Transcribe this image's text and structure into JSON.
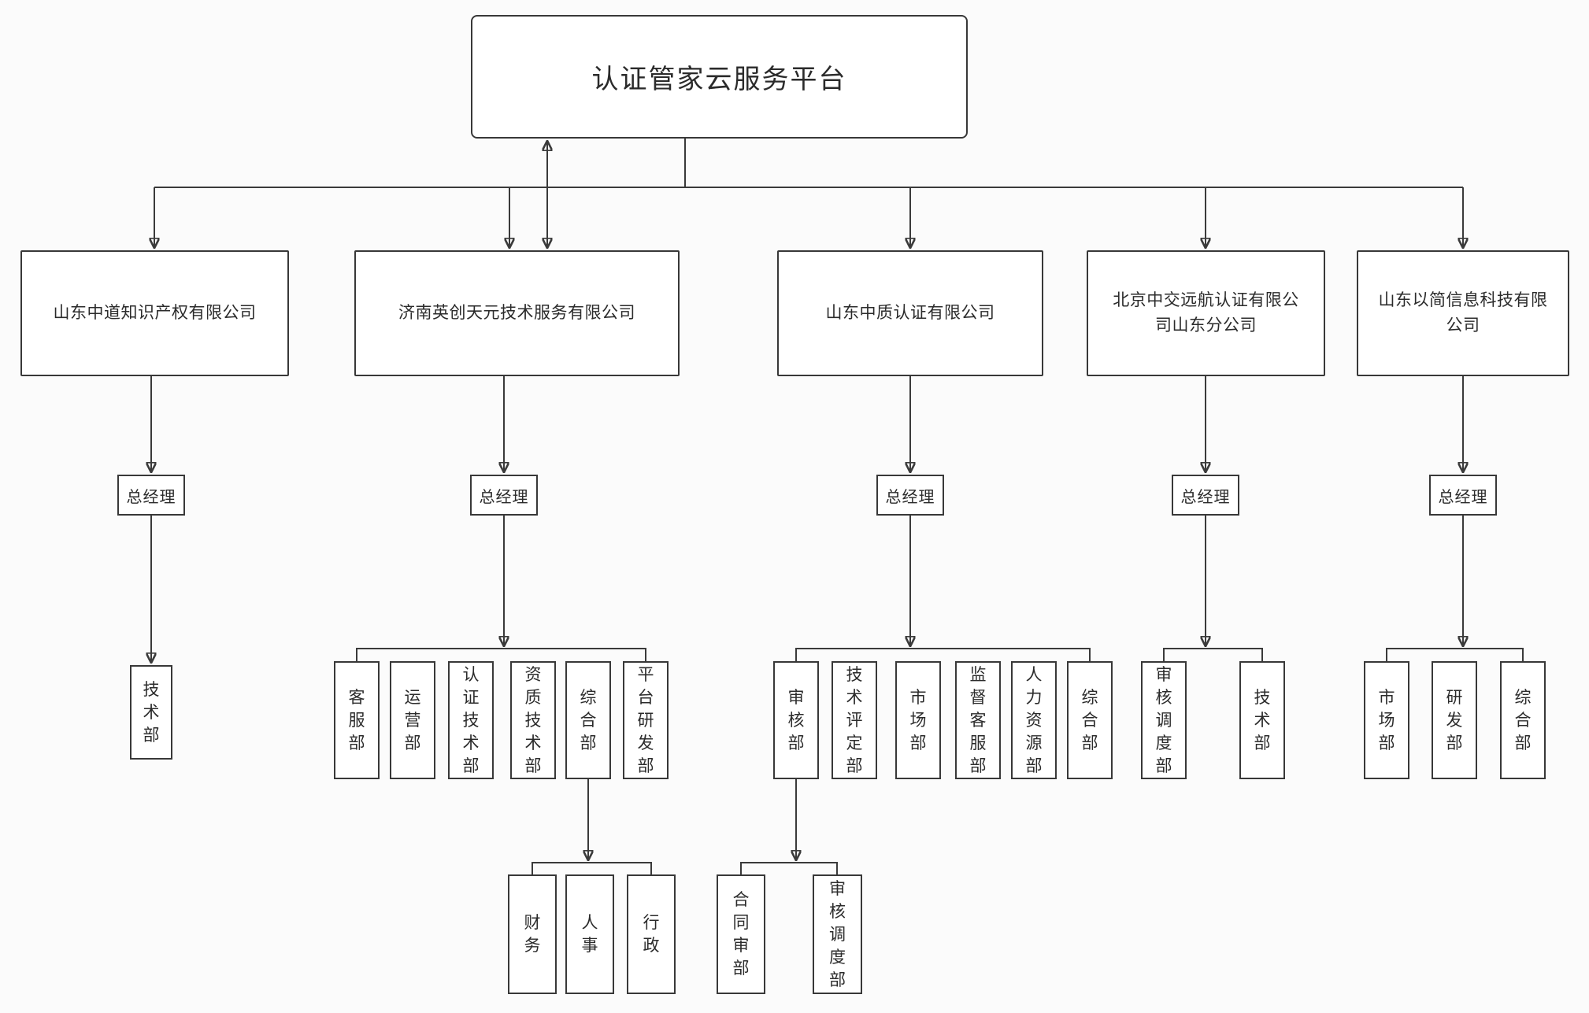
{
  "root": {
    "label": "认证管家云服务平台"
  },
  "branches": [
    {
      "company": "山东中道知识产权有限公司",
      "manager": "总经理",
      "departments": [
        "技术部"
      ]
    },
    {
      "company": "济南英创天元技术服务有限公司",
      "manager": "总经理",
      "departments": [
        "客服部",
        "运营部",
        "认证技术部",
        "资质技术部",
        "综合部",
        "平台研发部"
      ],
      "sub": {
        "parent": "综合部",
        "departments": [
          "财务",
          "人事",
          "行政"
        ]
      }
    },
    {
      "company": "山东中质认证有限公司",
      "manager": "总经理",
      "departments": [
        "审核部",
        "技术评定部",
        "市场部",
        "监督客服部",
        "人力资源部",
        "综合部"
      ],
      "sub": {
        "parent": "审核部",
        "departments": [
          "合同审部",
          "审核调度部"
        ]
      }
    },
    {
      "company": "北京中交远航认证有限公司山东分公司",
      "manager": "总经理",
      "departments": [
        "审核调度部",
        "技术部"
      ]
    },
    {
      "company": "山东以简信息科技有限公司",
      "manager": "总经理",
      "departments": [
        "市场部",
        "研发部",
        "综合部"
      ]
    }
  ],
  "colors": {
    "line": "#3a3a3a",
    "box_border": "#383838",
    "box_fill": "#ffffff",
    "text": "#2b2b2b",
    "background": "#fbfbfb"
  }
}
